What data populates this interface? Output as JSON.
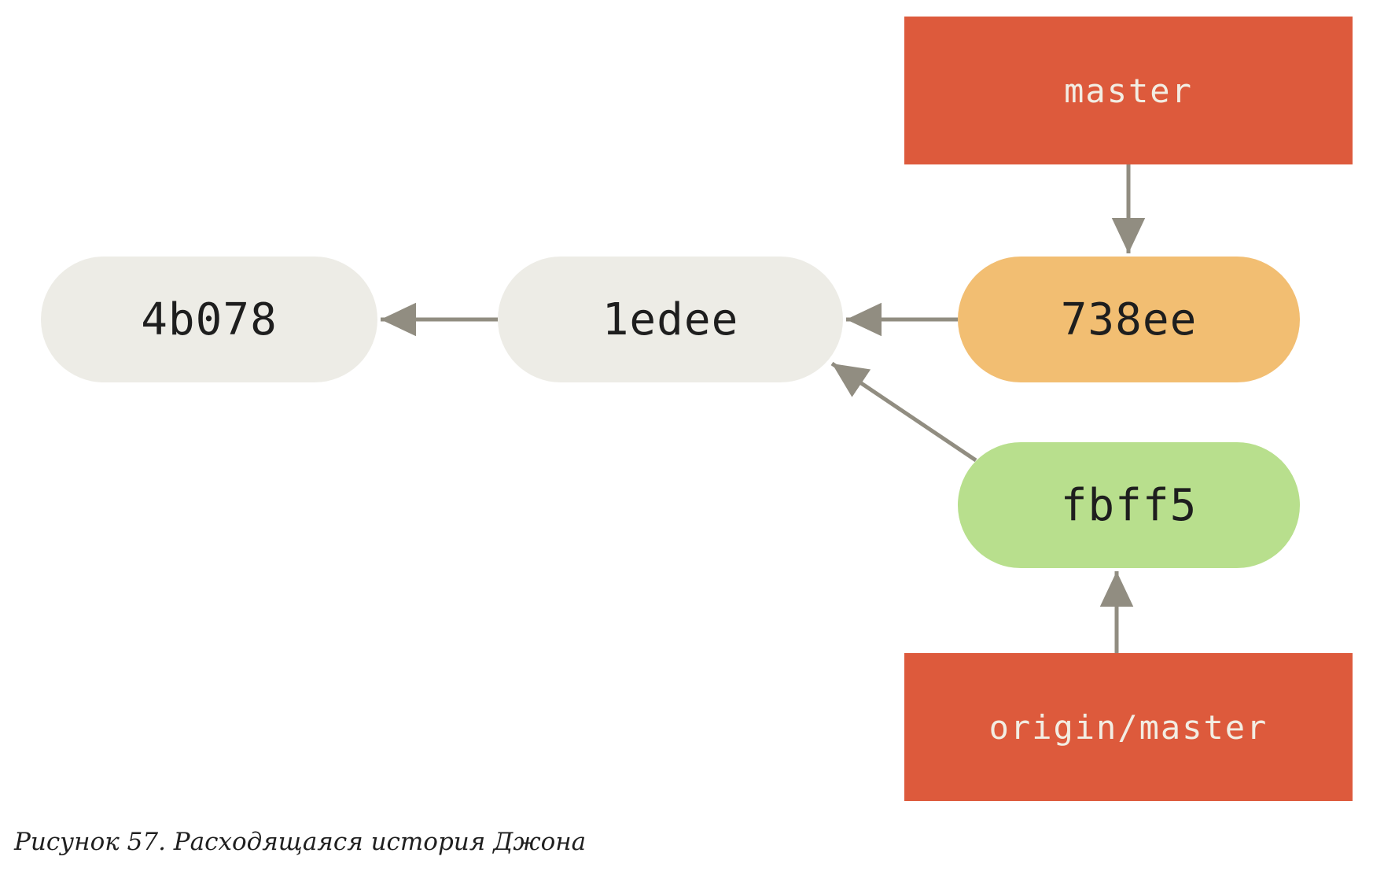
{
  "figure": {
    "caption": "Рисунок 57. Расходящаяся история Джона",
    "background": "#ffffff"
  },
  "colors": {
    "ref_box_fill": "#dd5a3c",
    "ref_box_text": "#f2ede3",
    "commit_default_fill": "#edece6",
    "commit_orange_fill": "#f2be72",
    "commit_green_fill": "#b8df8d",
    "commit_text": "#1e1e1e",
    "arrow": "#918d81",
    "caption_text": "#1f1f1f"
  },
  "nodes": {
    "commits": [
      {
        "id": "4b078",
        "label": "4b078",
        "variant": "default"
      },
      {
        "id": "1edee",
        "label": "1edee",
        "variant": "default"
      },
      {
        "id": "738ee",
        "label": "738ee",
        "variant": "orange"
      },
      {
        "id": "fbff5",
        "label": "fbff5",
        "variant": "green"
      }
    ],
    "refs": [
      {
        "id": "master",
        "label": "master"
      },
      {
        "id": "origin-master",
        "label": "origin/master"
      }
    ]
  },
  "edges": [
    {
      "from": "1edee",
      "to": "4b078",
      "type": "parent-arrow"
    },
    {
      "from": "738ee",
      "to": "1edee",
      "type": "parent-arrow"
    },
    {
      "from": "fbff5",
      "to": "1edee",
      "type": "parent-arrow"
    },
    {
      "from": "master",
      "to": "738ee",
      "type": "ref-arrow"
    },
    {
      "from": "origin-master",
      "to": "fbff5",
      "type": "ref-arrow"
    }
  ]
}
